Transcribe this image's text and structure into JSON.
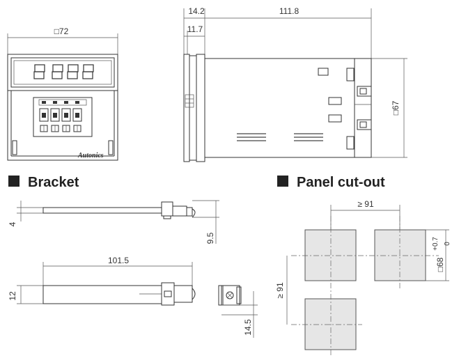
{
  "front_view": {
    "width_dim": "□72",
    "brand": "Autonics"
  },
  "side_view": {
    "dim_depth_front": "14.2",
    "dim_depth_total": "111.8",
    "dim_depth_bezel": "11.7",
    "dim_height": "□67"
  },
  "bracket": {
    "title": "Bracket",
    "dim_thickness": "4",
    "dim_height": "9.5",
    "dim_length": "101.5",
    "dim_width": "12",
    "dim_clip": "14.5"
  },
  "panel_cutout": {
    "title": "Panel cut-out",
    "dim_pitch_h": "≥ 91",
    "dim_pitch_v": "≥ 91",
    "dim_cutout": "□68",
    "tol_upper": "+0.7",
    "tol_lower": "0"
  }
}
